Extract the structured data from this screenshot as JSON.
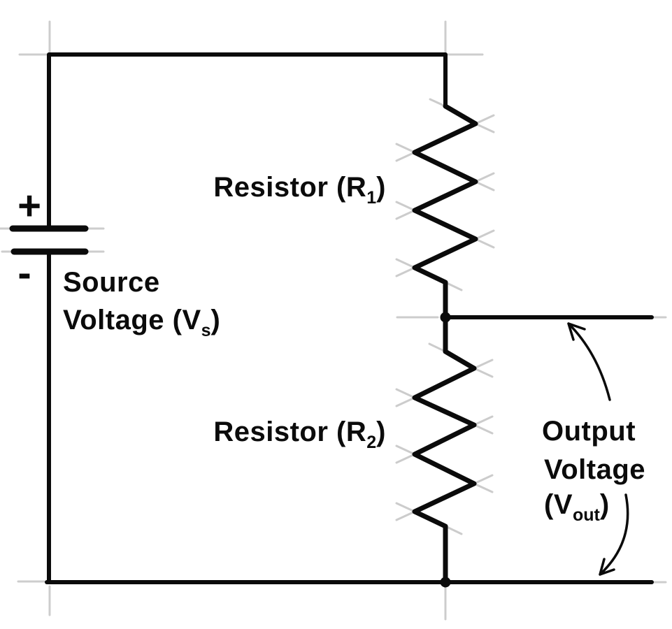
{
  "colors": {
    "ink": "#0b0b0b",
    "sketch": "#c4c4c4",
    "background": "#ffffff"
  },
  "battery": {
    "plus_label": "+",
    "minus_label": "-"
  },
  "source_voltage_label": {
    "line1": "Source",
    "line2_base": "Voltage (V",
    "line2_sub": "s",
    "line2_close": ")"
  },
  "resistor1_label": {
    "base": "Resistor (R",
    "sub": "1",
    "close": ")"
  },
  "resistor2_label": {
    "base": "Resistor (R",
    "sub": "2",
    "close": ")"
  },
  "output_voltage_label": {
    "line1": "Output",
    "line2": "Voltage",
    "line3_base": "(V",
    "line3_sub": "out",
    "line3_close": ")"
  }
}
